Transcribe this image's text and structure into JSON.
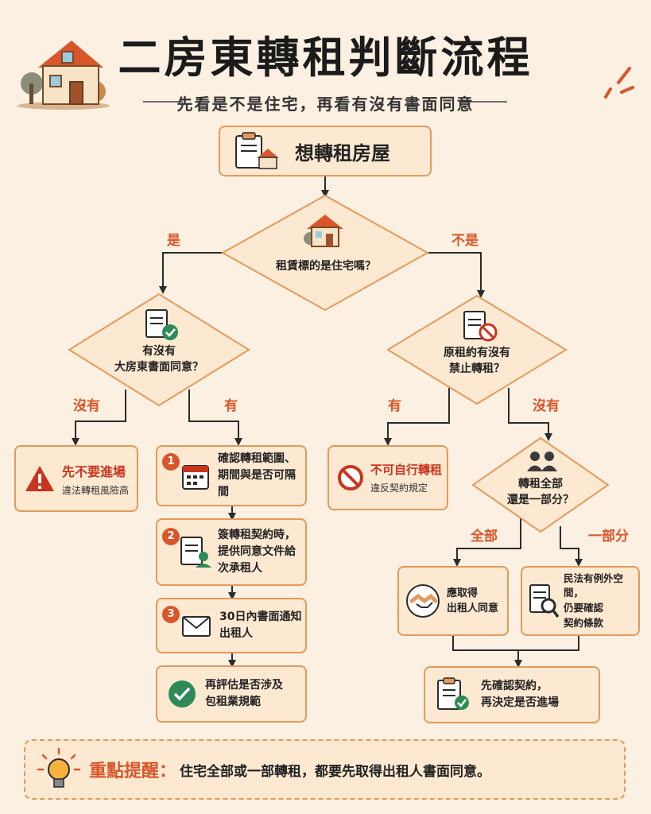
{
  "header": {
    "title": "二房東轉租判斷流程",
    "subtitle": "先看是不是住宅，再看有沒有書面同意"
  },
  "start": {
    "label": "想轉租房屋"
  },
  "q_residential": {
    "label": "租賃標的是住宅嗎？",
    "yes": "是",
    "no": "不是"
  },
  "q_consent": {
    "line1": "有沒有",
    "line2": "大房東書面同意？",
    "no": "沒有",
    "yes": "有"
  },
  "q_contract": {
    "line1": "原租約有沒有",
    "line2": "禁止轉租？",
    "yes": "有",
    "no": "沒有"
  },
  "stop": {
    "title": "先不要進場",
    "sub": "違法轉租風險高"
  },
  "forbidden": {
    "title": "不可自行轉租",
    "sub": "違反契約規定"
  },
  "steps": [
    {
      "num": "1",
      "line1": "確認轉租範圍、",
      "line2": "期間與是否可隔間"
    },
    {
      "num": "2",
      "line1": "簽轉租契約時，",
      "line2": "提供同意文件給",
      "line3": "次承租人"
    },
    {
      "num": "3",
      "line1": "30日內書面通知",
      "line2": "出租人"
    },
    {
      "line1": "再評估是否涉及",
      "line2": "包租業規範"
    }
  ],
  "q_scope": {
    "line1": "轉租全部",
    "line2": "還是一部分？",
    "all": "全部",
    "part": "一部分"
  },
  "all_result": {
    "line1": "應取得",
    "line2": "出租人同意"
  },
  "part_result": {
    "line1": "民法有例外空間，",
    "line2": "仍要確認",
    "line3": "契約條款"
  },
  "final": {
    "line1": "先確認契約，",
    "line2": "再決定是否進場"
  },
  "reminder": {
    "label": "重點提醒：",
    "text": "住宅全部或一部轉租，都要先取得出租人書面同意。"
  },
  "colors": {
    "accent": "#d9562b",
    "border": "#e39a5c",
    "fill": "#fde9d2",
    "background": "#fbf0e1",
    "danger": "#c9341f",
    "ok": "#2e8b57"
  }
}
